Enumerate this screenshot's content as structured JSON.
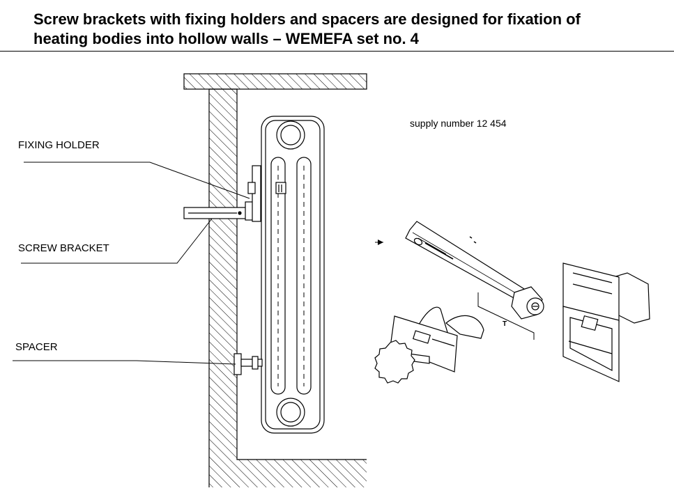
{
  "title": {
    "line1": "Screw brackets with fixing holders and spacers are designed for fixation of",
    "line2": "heating bodies into hollow walls – WEMEFA set no. 4"
  },
  "labels": {
    "fixing_holder": "FIXING HOLDER",
    "screw_bracket": "SCREW BRACKET",
    "spacer": "SPACER",
    "supply_number": "supply number 12 454",
    "dimension_t": "T"
  }
}
